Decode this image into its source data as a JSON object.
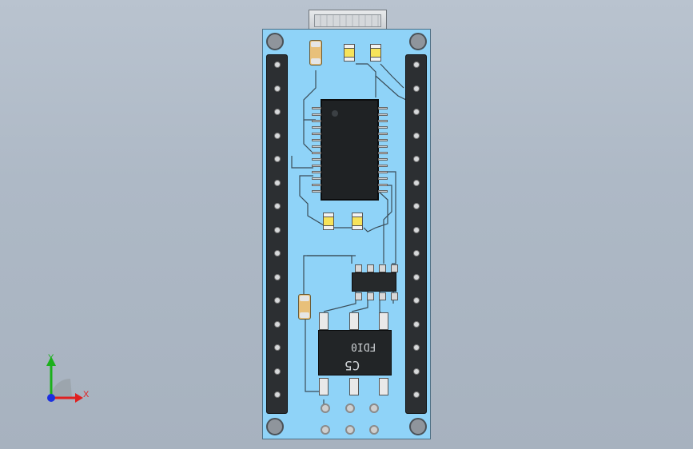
{
  "viewport": {
    "background_top": "#b9c3cf",
    "background_bottom": "#a7b2bf"
  },
  "board": {
    "color": "#8fd3f8",
    "regulator_text_1": "FDI0",
    "regulator_text_2": "C5"
  },
  "triad": {
    "x_label": "X",
    "y_label": "Y",
    "x_color": "#e02020",
    "y_color": "#1bb01b",
    "z_color": "#1b2fe0"
  }
}
